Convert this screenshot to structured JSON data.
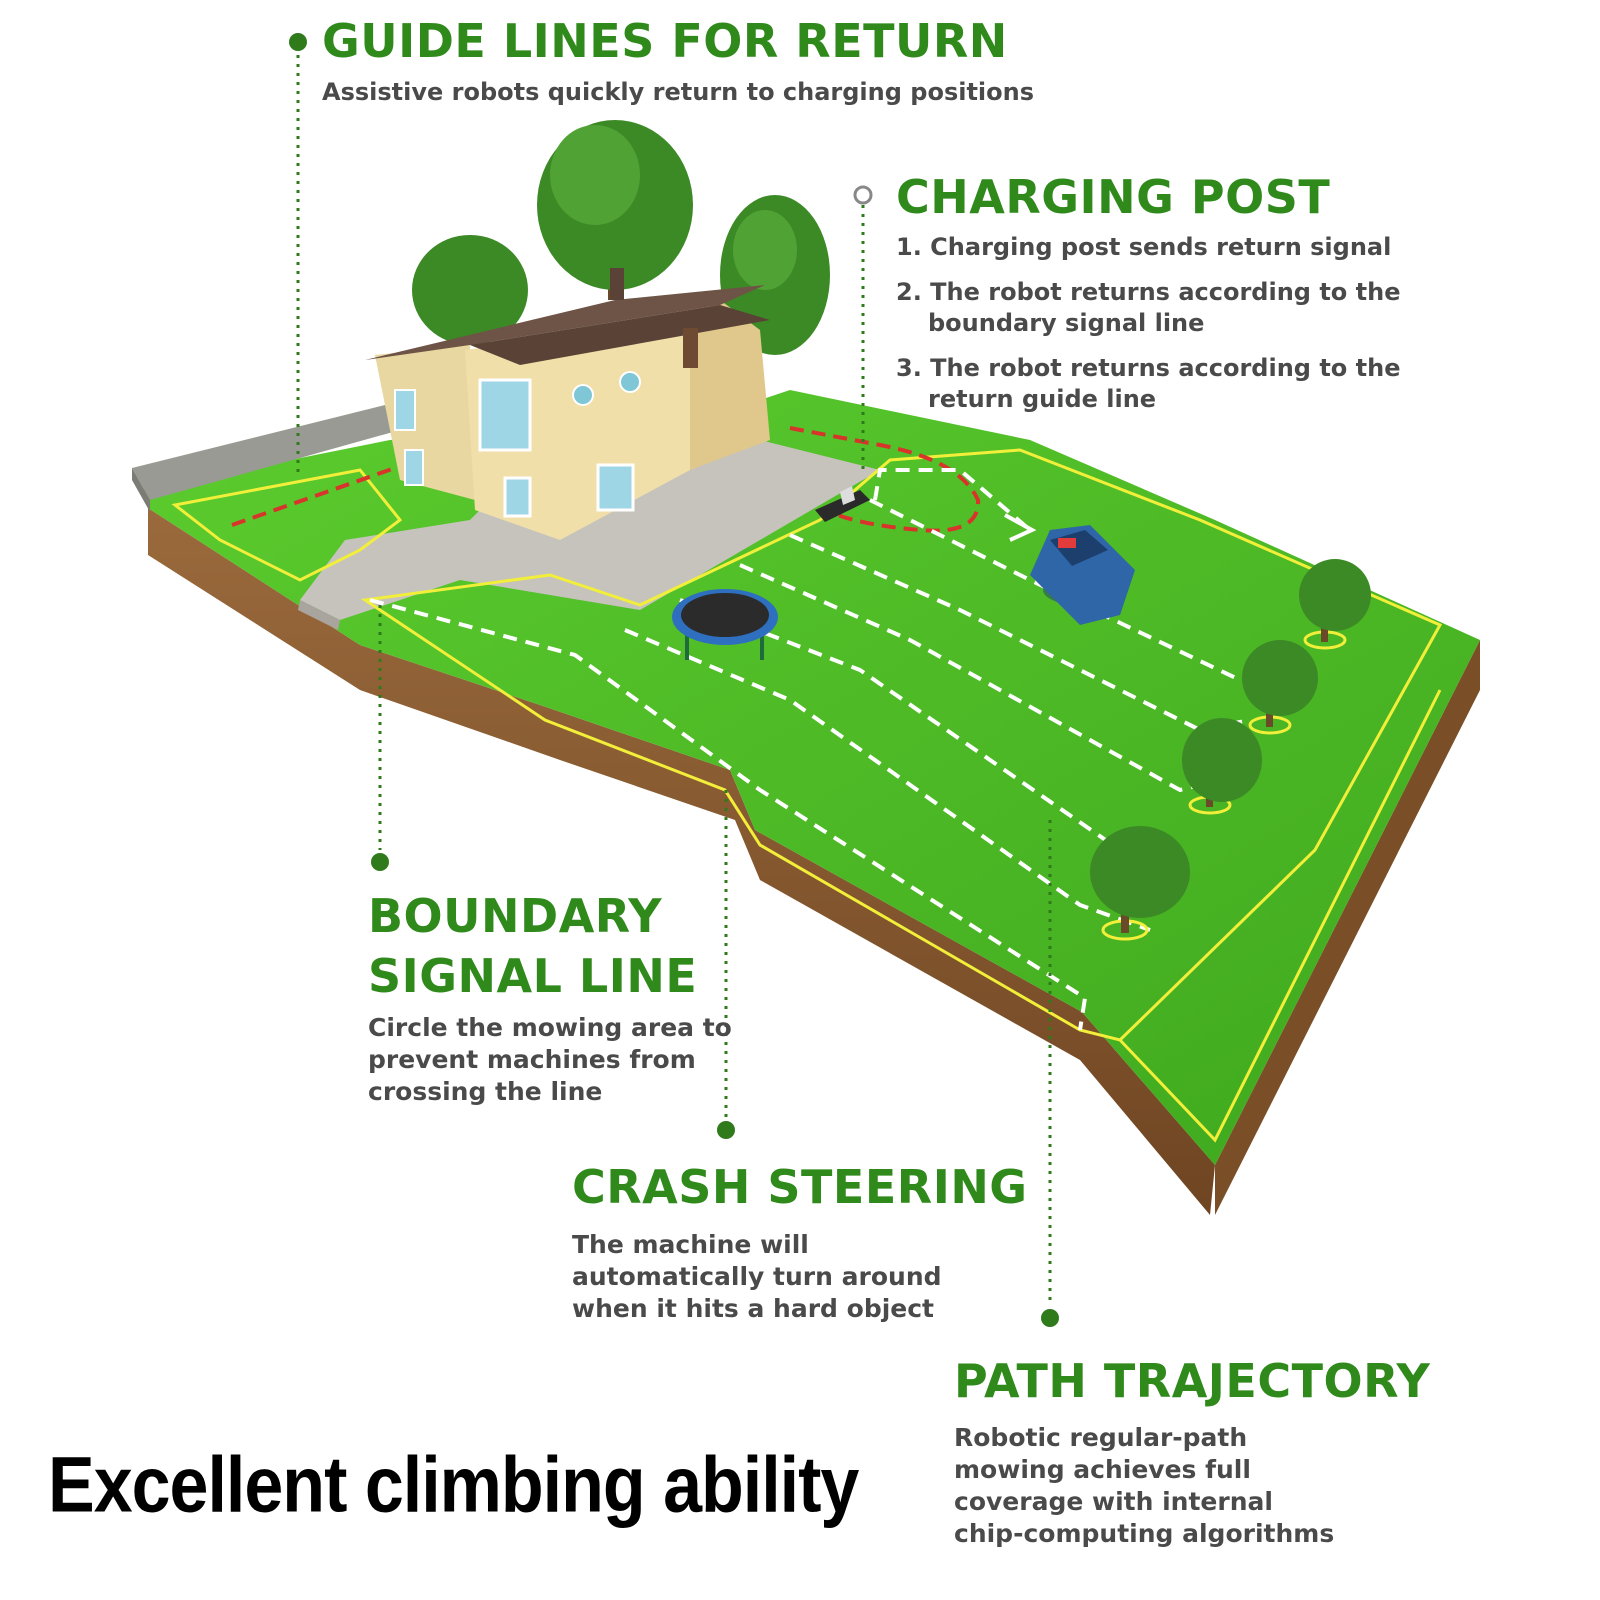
{
  "colors": {
    "heading_green": "#2f8a1b",
    "body_gray": "#4a4a4a",
    "lawn_green": "#4fbf2a",
    "boundary_yellow": "#f2ef3a",
    "guide_red": "#d9342b",
    "soil_brown": "#8a5a32",
    "robot_blue": "#2f66a8"
  },
  "guide_lines": {
    "title": "GUIDE LINES FOR RETURN",
    "desc": "Assistive robots quickly return to charging positions"
  },
  "charging_post": {
    "title": "CHARGING POST",
    "items": [
      {
        "line1": "1. Charging post sends return signal",
        "line2": ""
      },
      {
        "line1": "2. The robot returns according to the",
        "line2": "boundary signal line"
      },
      {
        "line1": "3. The robot returns according to the",
        "line2": "return guide line"
      }
    ]
  },
  "boundary": {
    "title_line1": "BOUNDARY",
    "title_line2": "SIGNAL LINE",
    "desc_line1": "Circle the mowing area to",
    "desc_line2": "prevent machines from",
    "desc_line3": "crossing the line"
  },
  "crash": {
    "title": "CRASH STEERING",
    "desc_line1": "The machine will",
    "desc_line2": "automatically turn around",
    "desc_line3": "when it hits a hard object"
  },
  "path": {
    "title": "PATH TRAJECTORY",
    "desc_line1": "Robotic regular-path",
    "desc_line2": "mowing achieves full",
    "desc_line3": "coverage with internal",
    "desc_line4": "chip-computing algorithms"
  },
  "caption": "Excellent climbing ability"
}
